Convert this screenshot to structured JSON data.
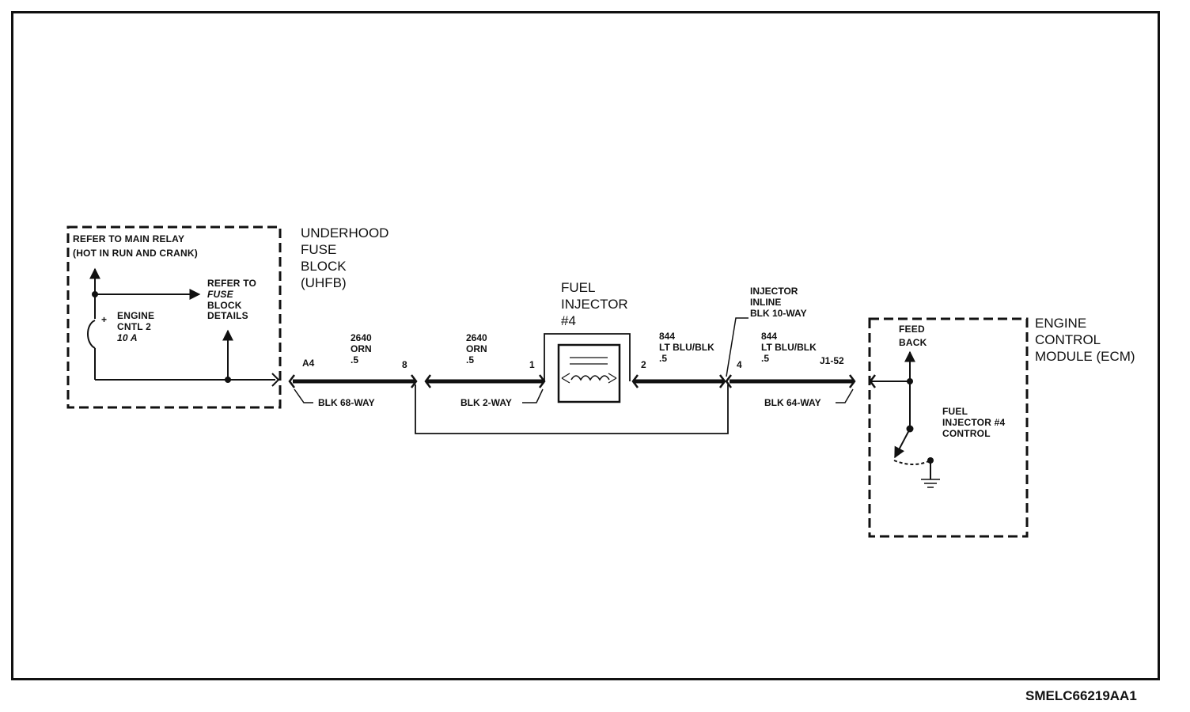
{
  "ids": {
    "diagram_code": "SMELC66219AA1"
  },
  "fuse_box": {
    "relay_line1": "REFER TO MAIN RELAY",
    "relay_line2": "(HOT IN RUN AND CRANK)",
    "fuse_name_line1": "ENGINE",
    "fuse_name_line2": "CNTL 2",
    "fuse_rating": "10 A",
    "plus_mark": "+",
    "refer_line1": "REFER TO",
    "refer_line2": "FUSE",
    "refer_line3": "BLOCK",
    "refer_line4": "DETAILS"
  },
  "uhfb": {
    "line1": "UNDERHOOD",
    "line2": "FUSE",
    "line3": "BLOCK",
    "line4": "(UHFB)"
  },
  "wires": {
    "a4_pin": "A4",
    "seg1_circuit": "2640",
    "seg1_color": "ORN",
    "seg1_size": ".5",
    "pin_b": "8",
    "seg2_circuit": "2640",
    "seg2_color": "ORN",
    "seg2_size": ".5",
    "pin_1": "1",
    "pin_2": "2",
    "seg3_circuit": "844",
    "seg3_color": "LT BLU/BLK",
    "seg3_size": ".5",
    "pin_4": "4",
    "seg4_circuit": "844",
    "seg4_color": "LT BLU/BLK",
    "seg4_size": ".5",
    "ecm_pin": "J1-52"
  },
  "connectors": {
    "c1": "BLK 68-WAY",
    "c2": "BLK 2-WAY",
    "c3": "BLK 64-WAY"
  },
  "injector": {
    "line1": "FUEL",
    "line2": "INJECTOR",
    "line3": "#4"
  },
  "inline": {
    "line1": "INJECTOR",
    "line2": "INLINE",
    "line3": "BLK 10-WAY"
  },
  "ecm": {
    "line1": "ENGINE",
    "line2": "CONTROL",
    "line3": "MODULE (ECM)",
    "feed_line1": "FEED",
    "feed_line2": "BACK",
    "ctrl_line1": "FUEL",
    "ctrl_line2": "INJECTOR #4",
    "ctrl_line3": "CONTROL"
  }
}
